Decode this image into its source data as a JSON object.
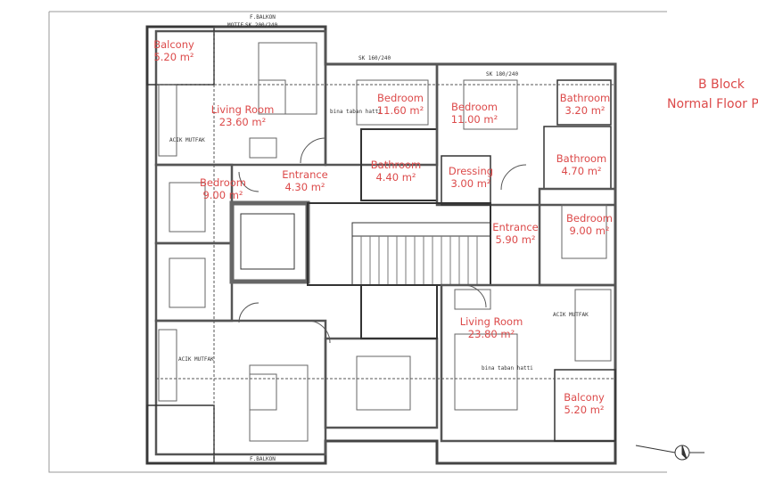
{
  "title": {
    "line1": "B Block",
    "line2": "Normal Floor P"
  },
  "rooms": [
    {
      "name": "Balcony",
      "area": "5.20 m²"
    },
    {
      "name": "Living Room",
      "area": "23.60 m²"
    },
    {
      "name": "Bedroom",
      "area": "11.60 m²"
    },
    {
      "name": "Bedroom",
      "area": "11.00 m²"
    },
    {
      "name": "Bathroom",
      "area": "3.20 m²"
    },
    {
      "name": "Bathroom",
      "area": "4.40 m²"
    },
    {
      "name": "Dressing",
      "area": "3.00 m²"
    },
    {
      "name": "Bathroom",
      "area": "4.70 m²"
    },
    {
      "name": "Entrance",
      "area": "4.30 m²"
    },
    {
      "name": "Bedroom",
      "area": "9.00 m²"
    },
    {
      "name": "Bedroom",
      "area": "9.00 m²"
    },
    {
      "name": "Entrance",
      "area": "5.90 m²"
    },
    {
      "name": "Living Room",
      "area": "23.80 m²"
    },
    {
      "name": "Balcony",
      "area": "5.20 m²"
    }
  ],
  "annotations": {
    "kitchen": "ACIK MUTFAK",
    "fbalkon": "F.BALKON",
    "sk200": "SK 200/240",
    "sk160": "SK 160/240",
    "sk180": "SK 180/240",
    "baseline": "bina taban hatti",
    "motif": "MOTIF"
  },
  "colors": {
    "label": "#dc4a4a",
    "wall": "#555555",
    "line": "#333333"
  }
}
